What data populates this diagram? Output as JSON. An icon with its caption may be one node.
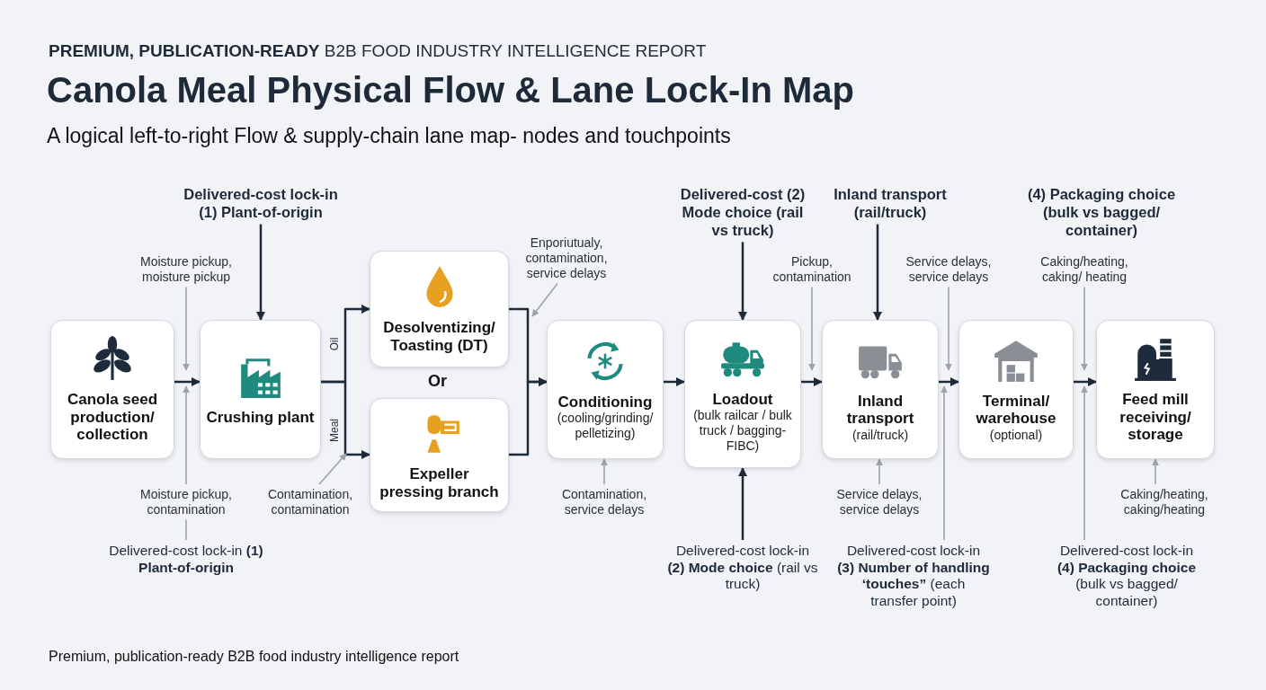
{
  "diagram": {
    "title": "Canola Meal Physical Flow & Lane Lock-In Map",
    "nodes": [
      {
        "text": [
          "Canola seed production/ collection"
        ]
      },
      {
        "text": [
          "Crushing plant"
        ]
      },
      {
        "text": [
          "Desolventizing/ Toasting (DT)"
        ]
      },
      {
        "text": [
          "Expeller pressing branch"
        ]
      },
      {
        "text": [
          "Conditioning",
          "(cooling/grinding/ pelletizing)"
        ]
      },
      {
        "text": [
          "Loadout",
          "(bulk railcar / bulk truck / bagging-FIBC)"
        ]
      },
      {
        "text": [
          "Inland transport",
          "(rail/truck)"
        ]
      },
      {
        "text": [
          "Terminal/ warehouse",
          "(optional)"
        ]
      },
      {
        "text": [
          "Feed mill receiving/ storage"
        ]
      },
      {
        "text": [
          "Delivered-cost lock-in (1) Plant-of-origin"
        ]
      },
      {
        "text": [
          "Moisture pickup, moisture pickup"
        ]
      },
      {
        "text": [
          "Enporiutualy, contamination, service delays"
        ]
      },
      {
        "text": [
          "Delivered-cost (2) Mode choice (rail vs truck)"
        ]
      },
      {
        "text": [
          "Pickup, contamination"
        ]
      },
      {
        "text": [
          "Inland transport (rail/truck)"
        ]
      },
      {
        "text": [
          "Service delays, service delays"
        ]
      },
      {
        "text": [
          "(4) Packaging choice (bulk vs bagged/ container)"
        ]
      },
      {
        "text": [
          "Caking/heating, caking/ heating"
        ]
      },
      {
        "text": [
          "Moisture pickup, contamination"
        ]
      },
      {
        "text": [
          "Delivered-cost lock-in **(1) Plant-of-origin**"
        ]
      },
      {
        "text": [
          "Contamination, contamination"
        ]
      },
      {
        "text": [
          "Contamination, service delays"
        ]
      },
      {
        "text": [
          "Delivered-cost lock-in **(2) Mode choice** (rail vs truck)"
        ]
      },
      {
        "text": [
          "Service delays, service delays"
        ]
      },
      {
        "text": [
          "Delivered-cost lock-in **(3) Number of handling ‘touches”** (each transfer point)"
        ]
      },
      {
        "text": [
          "Caking/heating, caking/heating"
        ]
      },
      {
        "text": [
          "Delivered-cost lock-in **(4) Packaging choice** (bulk vs bagged/ container)"
        ]
      }
    ],
    "edges": [
      {
        "from": 0,
        "to": 1,
        "arrow": "to"
      },
      {
        "from": 1,
        "to": 2,
        "arrow": "to",
        "label": "Oil"
      },
      {
        "from": 1,
        "to": 3,
        "arrow": "to",
        "label": "Meal"
      },
      {
        "from": 2,
        "to": 4,
        "arrow": "to"
      },
      {
        "from": 3,
        "to": 4,
        "arrow": "to"
      },
      {
        "from": 4,
        "to": 5,
        "arrow": "to"
      },
      {
        "from": 5,
        "to": 6,
        "arrow": "to"
      },
      {
        "from": 6,
        "to": 7,
        "arrow": "to"
      },
      {
        "from": 7,
        "to": 8,
        "arrow": "to"
      },
      {
        "from": 9,
        "to": 1,
        "arrow": "to"
      },
      {
        "from": 10,
        "to": 1,
        "arrow": "to",
        "color": "#9ca3ab"
      },
      {
        "from": 11,
        "to": 4,
        "arrow": "to",
        "color": "#9ca3ab"
      },
      {
        "from": 12,
        "to": 5,
        "arrow": "to"
      },
      {
        "from": 13,
        "to": 6,
        "arrow": "to",
        "color": "#9ca3ab"
      },
      {
        "from": 14,
        "to": 6,
        "arrow": "to"
      },
      {
        "from": 15,
        "to": 7,
        "arrow": "to",
        "color": "#9ca3ab"
      },
      {
        "from": 17,
        "to": 7,
        "arrow": "to",
        "color": "#9ca3ab"
      },
      {
        "from": 18,
        "to": 1,
        "arrow": "to",
        "color": "#9ca3ab"
      },
      {
        "from": 19,
        "to": 18,
        "arrow": "none",
        "color": "#9ca3ab"
      },
      {
        "from": 20,
        "to": null,
        "arrow": "to",
        "color": "#9ca3ab"
      },
      {
        "from": 21,
        "to": 4,
        "arrow": "to",
        "color": "#9ca3ab"
      },
      {
        "from": 22,
        "to": 5,
        "arrow": "to"
      },
      {
        "from": 23,
        "to": 6,
        "arrow": "to",
        "color": "#9ca3ab"
      },
      {
        "from": 24,
        "to": 7,
        "arrow": "to",
        "color": "#9ca3ab"
      },
      {
        "from": 25,
        "to": 8,
        "arrow": "to",
        "color": "#9ca3ab"
      },
      {
        "from": 26,
        "to": 7,
        "arrow": "to",
        "color": "#9ca3ab"
      }
    ],
    "labels": [
      "**PREMIUM, PUBLICATION-READY** B2B FOOD INDUSTRY INTELLIGENCE REPORT",
      "A logical left-to-right Flow & supply-chain lane map- nodes and touchpoints",
      "Or",
      "Premium, publication-ready B2B food industry intelligence report"
    ]
  }
}
